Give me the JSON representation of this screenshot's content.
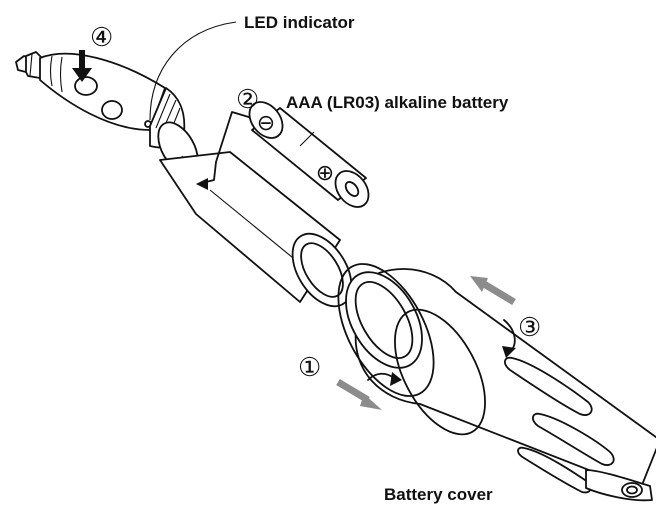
{
  "labels": {
    "led_indicator": "LED indicator",
    "battery": "AAA (LR03) alkaline battery",
    "battery_cover": "Battery cover"
  },
  "steps": [
    "①",
    "②",
    "③",
    "④"
  ],
  "battery_terminals": {
    "negative": "⊖",
    "positive": "⊕"
  },
  "colors": {
    "line": "#111111",
    "arrow_gray": "#8c8c8c",
    "fill": "#ffffff"
  }
}
